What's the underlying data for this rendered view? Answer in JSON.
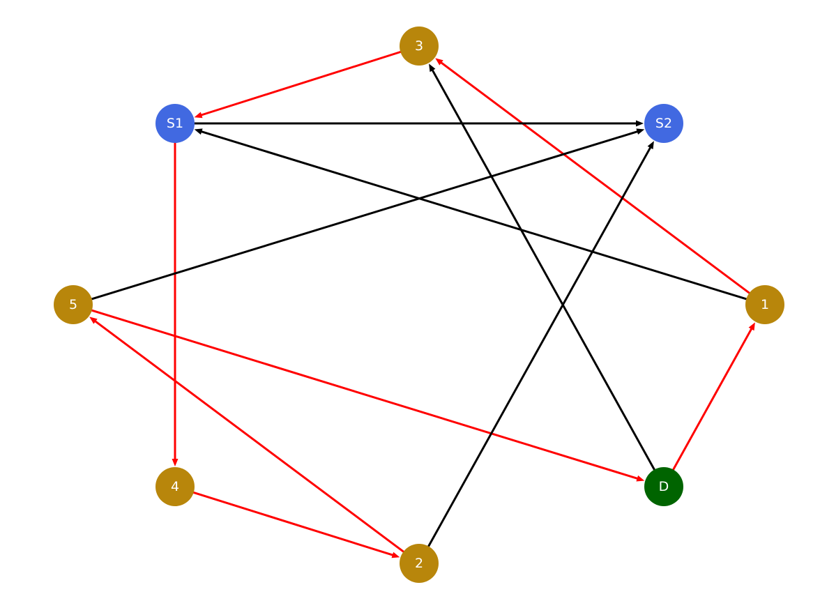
{
  "graph": {
    "colors": {
      "source": "#4169E1",
      "intermediate": "#B8860B",
      "destination": "#006400",
      "edge_path": "#FF0000",
      "edge_other": "#000000",
      "label": "#FFFFFF"
    },
    "nodes": [
      {
        "id": "S1",
        "label": "S1",
        "role": "source"
      },
      {
        "id": "S2",
        "label": "S2",
        "role": "source"
      },
      {
        "id": "3",
        "label": "3",
        "role": "intermediate"
      },
      {
        "id": "1",
        "label": "1",
        "role": "intermediate"
      },
      {
        "id": "5",
        "label": "5",
        "role": "intermediate"
      },
      {
        "id": "4",
        "label": "4",
        "role": "intermediate"
      },
      {
        "id": "2",
        "label": "2",
        "role": "intermediate"
      },
      {
        "id": "D",
        "label": "D",
        "role": "destination"
      }
    ],
    "edges": [
      {
        "from": "3",
        "to": "S1",
        "type": "path"
      },
      {
        "from": "S1",
        "to": "4",
        "type": "path"
      },
      {
        "from": "4",
        "to": "2",
        "type": "path"
      },
      {
        "from": "2",
        "to": "5",
        "type": "path"
      },
      {
        "from": "5",
        "to": "D",
        "type": "path"
      },
      {
        "from": "D",
        "to": "1",
        "type": "path"
      },
      {
        "from": "1",
        "to": "3",
        "type": "path"
      },
      {
        "from": "S1",
        "to": "S2",
        "type": "other"
      },
      {
        "from": "1",
        "to": "S1",
        "type": "other"
      },
      {
        "from": "5",
        "to": "S2",
        "type": "other"
      },
      {
        "from": "2",
        "to": "S2",
        "type": "other"
      },
      {
        "from": "D",
        "to": "3",
        "type": "other"
      }
    ]
  }
}
